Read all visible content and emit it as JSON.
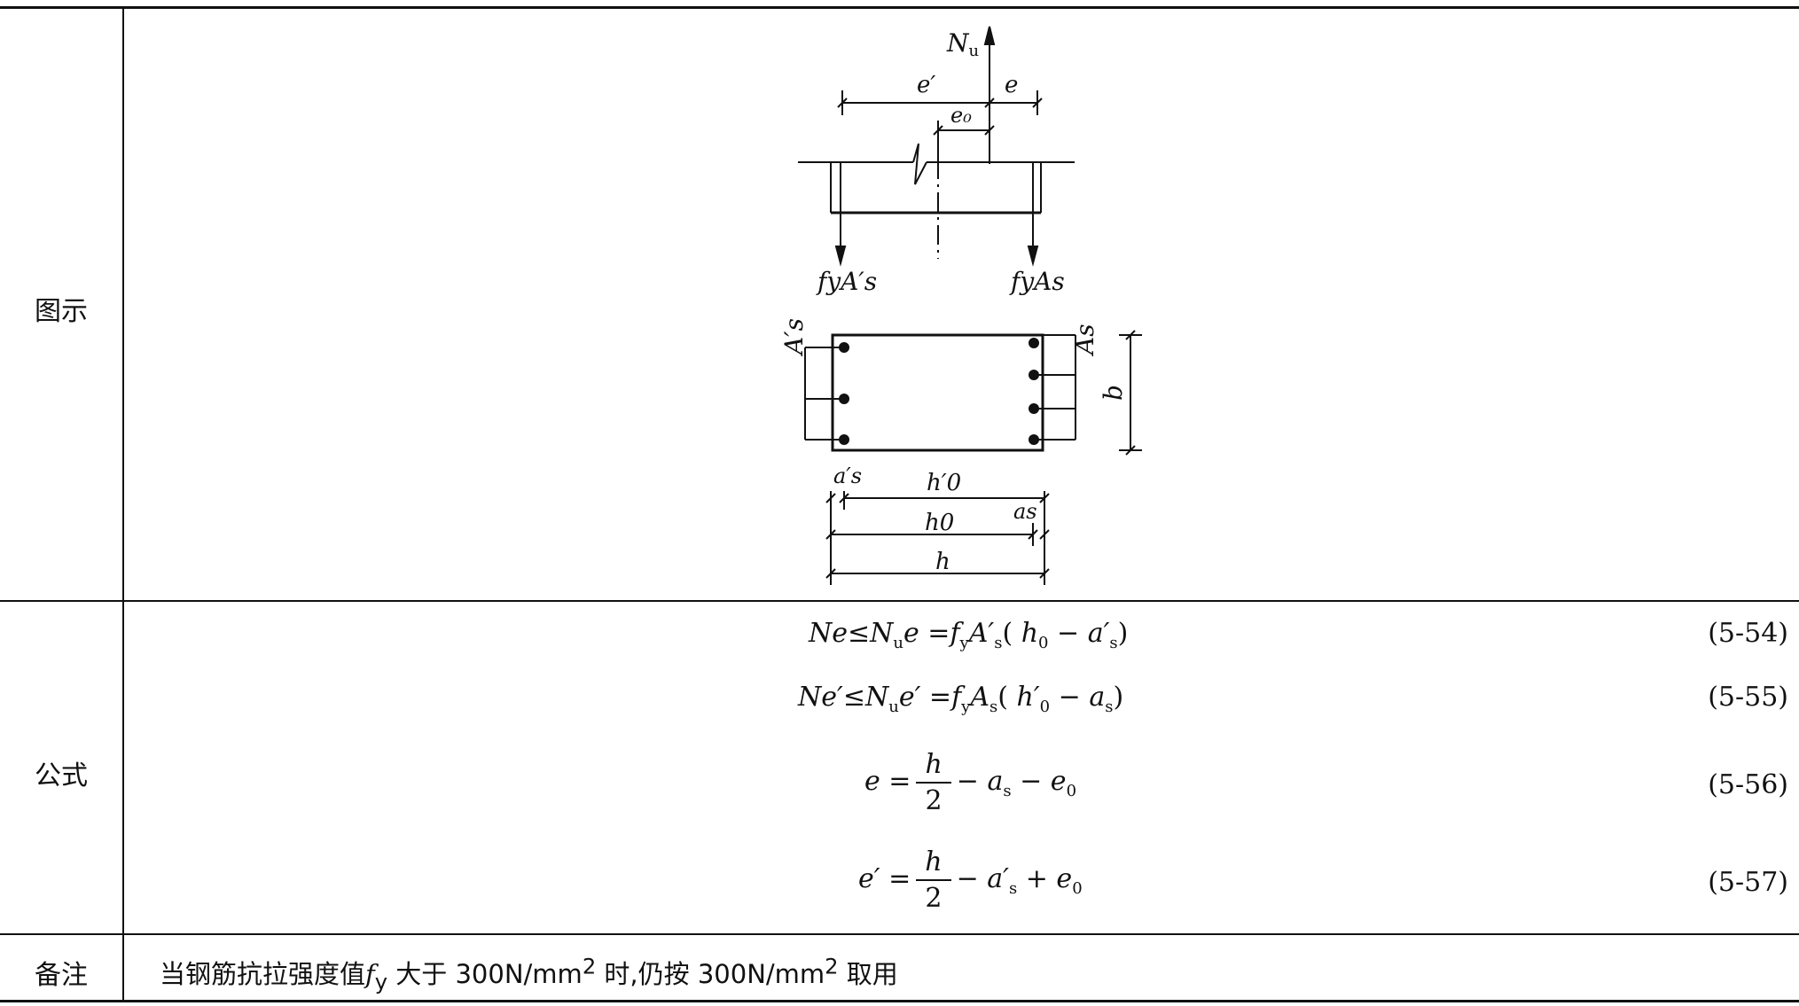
{
  "rows": {
    "diagram_label": "图示",
    "formula_label": "公式",
    "note_label": "备注"
  },
  "diagram": {
    "force_top": "N",
    "force_top_sub": "u",
    "e_prime": "e′",
    "e": "e",
    "e0": "e₀",
    "force_left": "fyA′s",
    "force_right": "fyAs",
    "as_prime": "A′s",
    "as": "As",
    "b": "b",
    "a_s_prime": "a′s",
    "h0_prime": "h′0",
    "a_s": "as",
    "h0": "h0",
    "h": "h"
  },
  "formulas": [
    {
      "number": "(5-54)"
    },
    {
      "number": "(5-55)"
    },
    {
      "number": "(5-56)"
    },
    {
      "number": "(5-57)"
    }
  ],
  "note": {
    "prefix": "当钢筋抗拉强度值",
    "symbol": "f",
    "symbol_sub": "y",
    "middle": " 大于 300N/mm",
    "sup1": "2",
    "middle2": " 时,仍按 300N/mm",
    "sup2": "2",
    "suffix": " 取用"
  }
}
